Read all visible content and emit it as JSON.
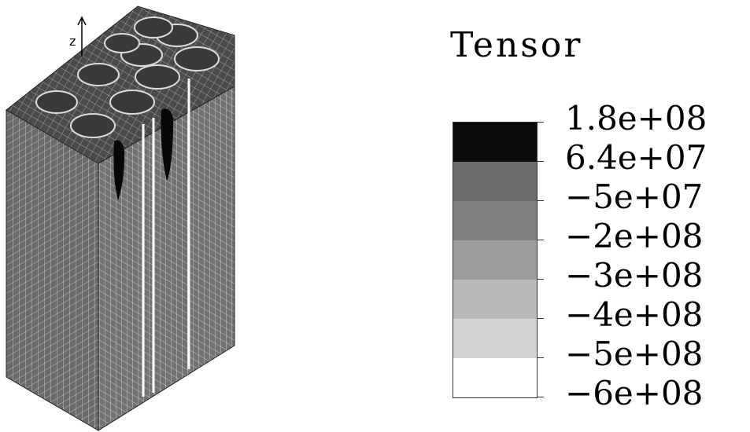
{
  "figure": {
    "axis_label": "z"
  },
  "legend": {
    "title": "Tensor",
    "bands": [
      {
        "color": "#0b0b0b"
      },
      {
        "color": "#6b6b6b"
      },
      {
        "color": "#7f7f7f"
      },
      {
        "color": "#9c9c9c"
      },
      {
        "color": "#b9b9b9"
      },
      {
        "color": "#d4d4d4"
      },
      {
        "color": "#ffffff"
      }
    ],
    "labels": [
      "1.8e+08",
      "6.4e+07",
      "−5e+07",
      "−2e+08",
      "−3e+08",
      "−4e+08",
      "−5e+08",
      "−6e+08"
    ]
  }
}
